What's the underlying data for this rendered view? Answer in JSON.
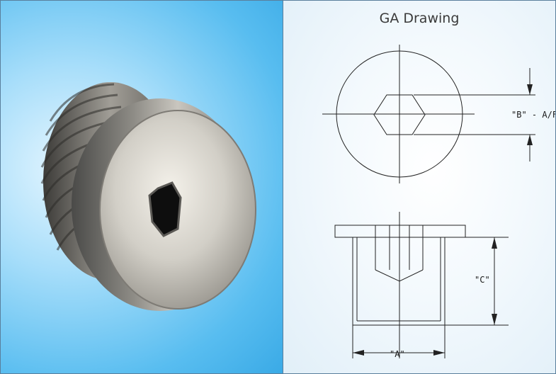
{
  "drawing": {
    "title": "GA Drawing",
    "dim_b": "\"B\" - A/F",
    "dim_c": "\"C\"",
    "dim_a": "\"A\""
  }
}
